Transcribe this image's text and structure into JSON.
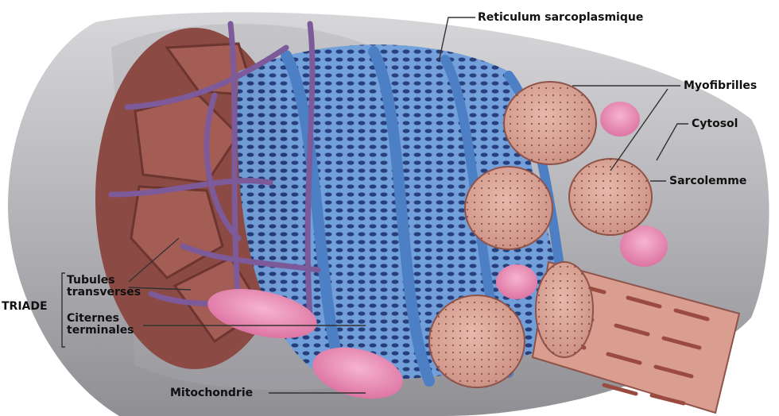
{
  "labels": {
    "reticulum": "Reticulum sarcoplasmique",
    "myofibrilles": "Myofibrilles",
    "cytosol": "Cytosol",
    "sarcolemme": "Sarcolemme",
    "triade": "TRIADE",
    "tubules_line1": "Tubules",
    "tubules_line2": "transverses",
    "citernes_line1": "Citernes",
    "citernes_line2": "terminales",
    "mitochondrie": "Mitochondrie"
  },
  "colors": {
    "sarcolemma": "#b9b9bd",
    "myofibril": "#d9a79a",
    "myofibril_end": "#9b5a50",
    "reticulum": "#5d8fcf",
    "t_tubule": "#7d5a9a",
    "mitochondria": "#e98bb1"
  }
}
